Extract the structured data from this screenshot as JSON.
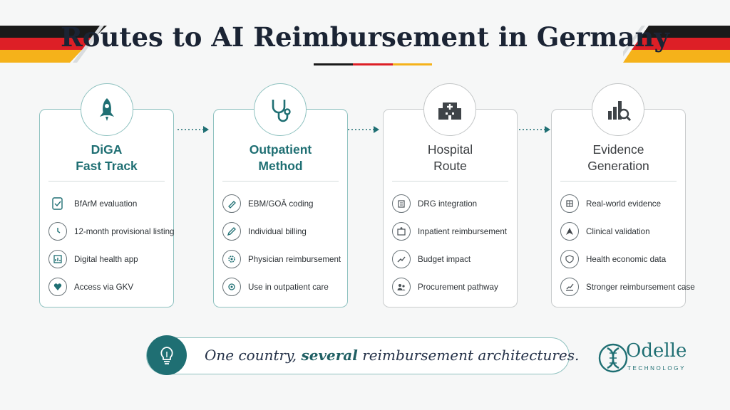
{
  "title": "Routes to AI Reimbursement in Germany",
  "colors": {
    "accent": "#1f6f73",
    "black": "#1a1a1a",
    "red": "#dd1f26",
    "gold": "#f5b21a",
    "text": "#2c3135"
  },
  "cards": [
    {
      "title_line1": "DiGA",
      "title_line2": "Fast Track",
      "icon": "rocket-icon",
      "items": [
        {
          "icon": "clipboard-check-icon",
          "label": "BfArM evaluation"
        },
        {
          "icon": "clock-icon",
          "label": "12-month provisional listing"
        },
        {
          "icon": "app-chart-icon",
          "label": "Digital health app"
        },
        {
          "icon": "heart-check-icon",
          "label": "Access via GKV"
        }
      ]
    },
    {
      "title_line1": "Outpatient",
      "title_line2": "Method",
      "icon": "stethoscope-icon",
      "items": [
        {
          "icon": "pen-icon",
          "label": "EBM/GOÄ coding"
        },
        {
          "icon": "edit-icon",
          "label": "Individual billing"
        },
        {
          "icon": "gear-icon",
          "label": "Physician reimbursement"
        },
        {
          "icon": "location-icon",
          "label": "Use in outpatient care"
        }
      ]
    },
    {
      "title_line1": "Hospital",
      "title_line2": "Route",
      "icon": "hospital-icon",
      "items": [
        {
          "icon": "building-icon",
          "label": "DRG integration"
        },
        {
          "icon": "clinic-icon",
          "label": "Inpatient reimbursement"
        },
        {
          "icon": "trend-icon",
          "label": "Budget impact"
        },
        {
          "icon": "people-icon",
          "label": "Procurement pathway"
        }
      ]
    },
    {
      "title_line1": "Evidence",
      "title_line2": "Generation",
      "icon": "chart-search-icon",
      "items": [
        {
          "icon": "grid-icon",
          "label": "Real-world evidence"
        },
        {
          "icon": "pyramid-icon",
          "label": "Clinical validation"
        },
        {
          "icon": "shield-heart-icon",
          "label": "Health economic data"
        },
        {
          "icon": "growth-chart-icon",
          "label": "Stronger reimbursement case"
        }
      ]
    }
  ],
  "tagline": {
    "before": "One country, ",
    "emphasis": "several",
    "after": " reimbursement architectures."
  },
  "brand": {
    "name": "Odelle",
    "subtitle": "TECHNOLOGY"
  }
}
